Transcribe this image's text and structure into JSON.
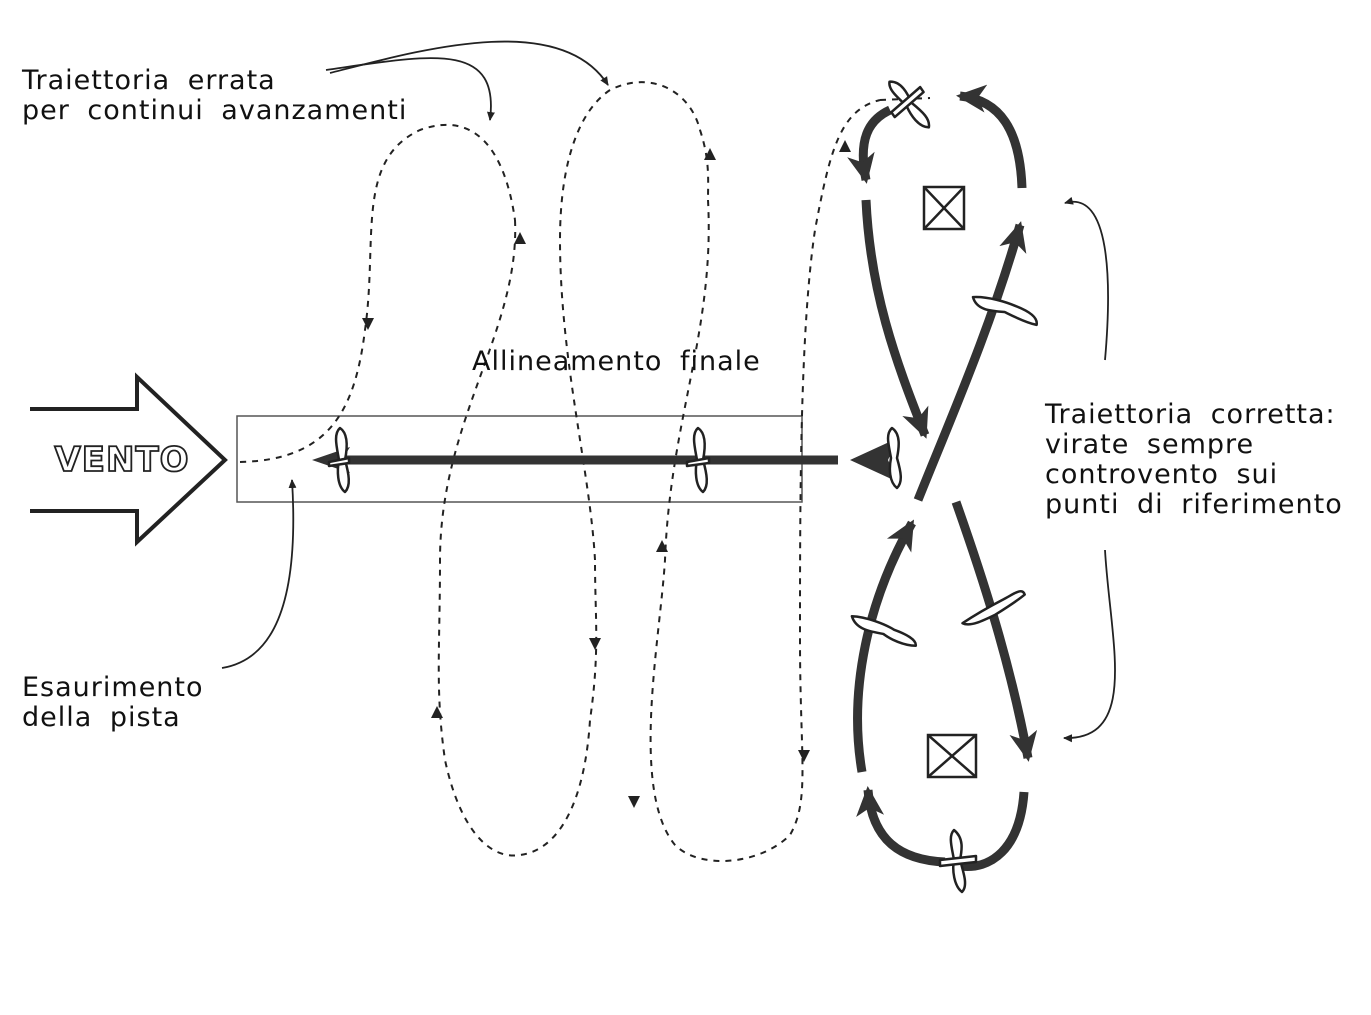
{
  "labels": {
    "wrong_path_line1": "Traiettoria errata",
    "wrong_path_line2": "per continui avanzamenti",
    "final_alignment": "Allineamento finale",
    "wind": "VENTO",
    "correct_path_line1": "Traiettoria corretta:",
    "correct_path_line2": "virate sempre",
    "correct_path_line3": "controvento sui",
    "correct_path_line4": "punti di riferimento",
    "runway_end_line1": "Esaurimento",
    "runway_end_line2": "della pista"
  },
  "colors": {
    "ink": "#222222",
    "paper": "#ffffff"
  },
  "icons": [
    "wind-arrow",
    "reference-point-marker",
    "glider-icon"
  ]
}
